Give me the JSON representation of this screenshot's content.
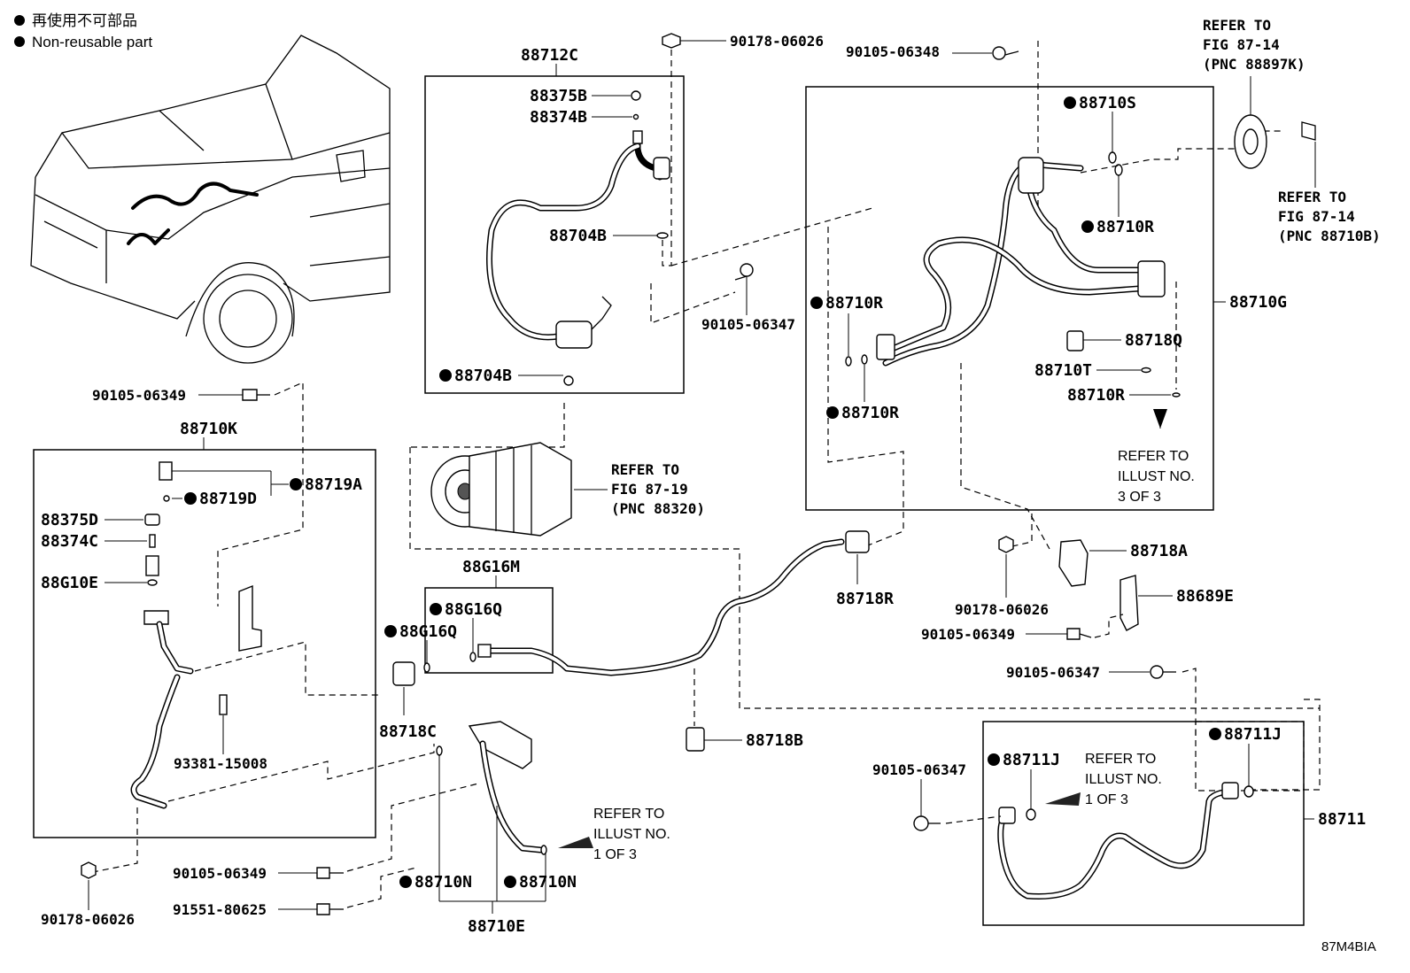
{
  "legend": {
    "jp": "再使用不可部品",
    "en": "Non-reusable part"
  },
  "diagram_code": "87M4BIA",
  "labels": {
    "p88712C": "88712C",
    "p88375B": "88375B",
    "p88374B": "88374B",
    "p88704B_top": "88704B",
    "p88704B_bot": "88704B",
    "p90178_06026_top": "90178-06026",
    "p90105_06347_mid": "90105-06347",
    "p90105_06348": "90105-06348",
    "p88710S": "88710S",
    "p88710R_a": "88710R",
    "p88710R_b": "88710R",
    "p88710R_c": "88710R",
    "p88710R_d": "88710R",
    "p88710G": "88710G",
    "p88718Q": "88718Q",
    "p88710T": "88710T",
    "p90105_06349_top": "90105-06349",
    "p88710K": "88710K",
    "p88719A": "88719A",
    "p88719D": "88719D",
    "p88375D": "88375D",
    "p88374C": "88374C",
    "p88G10E": "88G10E",
    "p93381_15008": "93381-15008",
    "p90178_06026_bl": "90178-06026",
    "p88G16M": "88G16M",
    "p88G16Q_a": "88G16Q",
    "p88G16Q_b": "88G16Q",
    "p88718C": "88718C",
    "p88718R": "88718R",
    "p88718B": "88718B",
    "p90105_06349_b": "90105-06349",
    "p91551_80625": "91551-80625",
    "p88710N_a": "88710N",
    "p88710N_b": "88710N",
    "p88710E": "88710E",
    "p88718A": "88718A",
    "p88689E": "88689E",
    "p90178_06026_r": "90178-06026",
    "p90105_06349_r": "90105-06349",
    "p90105_06347_r": "90105-06347",
    "p90105_06347_b": "90105-06347",
    "p88711J_a": "88711J",
    "p88711J_b": "88711J",
    "p88711": "88711"
  },
  "references": {
    "fig87_19": [
      "REFER TO",
      "FIG 87-19",
      "(PNC 88320)"
    ],
    "fig87_14_k": [
      "REFER TO",
      "FIG 87-14",
      "(PNC 88897K)"
    ],
    "fig87_14_b": [
      "REFER TO",
      "FIG 87-14",
      "(PNC 88710B)"
    ],
    "illust3": [
      "REFER TO",
      "ILLUST NO.",
      "3 OF 3"
    ],
    "illust1_a": [
      "REFER TO",
      "ILLUST NO.",
      "1 OF 3"
    ],
    "illust1_b": [
      "REFER TO",
      "ILLUST NO.",
      "1 OF 3"
    ]
  }
}
